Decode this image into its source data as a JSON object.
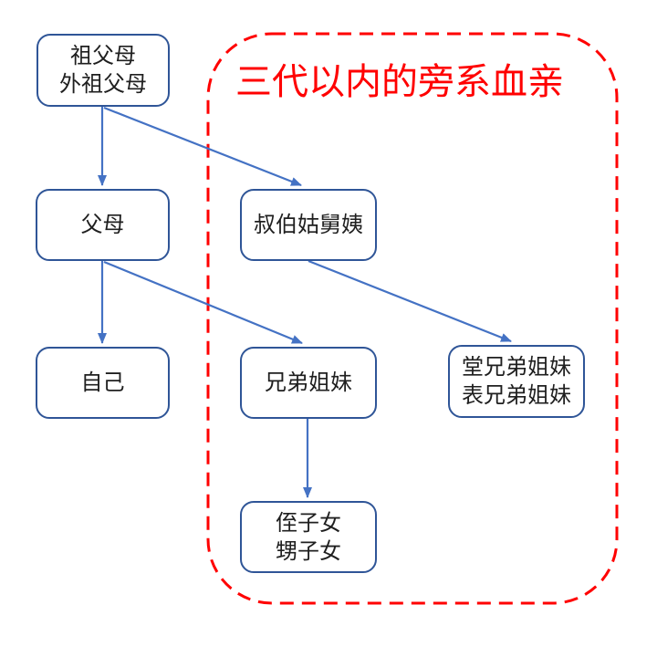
{
  "title": {
    "text": "三代以内的旁系血亲"
  },
  "colors": {
    "box_border": "#2F5597",
    "arrow": "#4472C4",
    "group_border": "#FF0000",
    "title_color": "#FF0000",
    "node_text": "#1F1F1F",
    "background": "#FFFFFF"
  },
  "group": {
    "label": "三代以内的旁系血亲",
    "style": "red-dashed-rounded-rectangle"
  },
  "nodes": [
    {
      "id": "grandparents",
      "lines": [
        "祖父母",
        "外祖父母"
      ]
    },
    {
      "id": "parents",
      "lines": [
        "父母"
      ]
    },
    {
      "id": "uncles_aunts",
      "lines": [
        "叔伯姑舅姨"
      ]
    },
    {
      "id": "self",
      "lines": [
        "自己"
      ]
    },
    {
      "id": "siblings",
      "lines": [
        "兄弟姐妹"
      ]
    },
    {
      "id": "cousins",
      "lines": [
        "堂兄弟姐妹",
        "表兄弟姐妹"
      ]
    },
    {
      "id": "nephews_nieces",
      "lines": [
        "侄子女",
        "甥子女"
      ]
    }
  ],
  "edges": [
    {
      "from": "grandparents",
      "to": "parents"
    },
    {
      "from": "grandparents",
      "to": "uncles_aunts"
    },
    {
      "from": "parents",
      "to": "self"
    },
    {
      "from": "parents",
      "to": "siblings"
    },
    {
      "from": "uncles_aunts",
      "to": "cousins"
    },
    {
      "from": "siblings",
      "to": "nephews_nieces"
    }
  ]
}
